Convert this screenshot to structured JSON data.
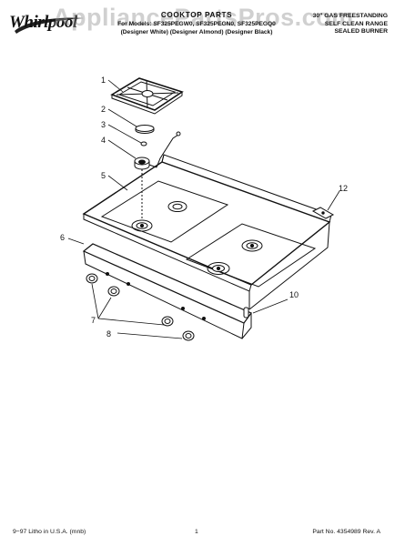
{
  "brand": "Whirlpool",
  "watermark": "AppliancePartsPros.com",
  "header": {
    "parts_title": "COOKTOP PARTS",
    "line1": "For Models: SF325PEGW0, SF325PEGN0, SF325PEGQ0",
    "line2": "(Designer White) (Designer Almond) (Designer Black)",
    "right_line1": "30\" GAS FREESTANDING",
    "right_line2": "SELF CLEAN RANGE",
    "right_line3": "SEALED BURNER"
  },
  "callouts": [
    "1",
    "2",
    "3",
    "4",
    "5",
    "6",
    "7",
    "8",
    "10",
    "12"
  ],
  "footer": {
    "left": "9−97 Litho in U.S.A. (mnb)",
    "center": "1",
    "right": "Part No. 4354989 Rev. A"
  }
}
